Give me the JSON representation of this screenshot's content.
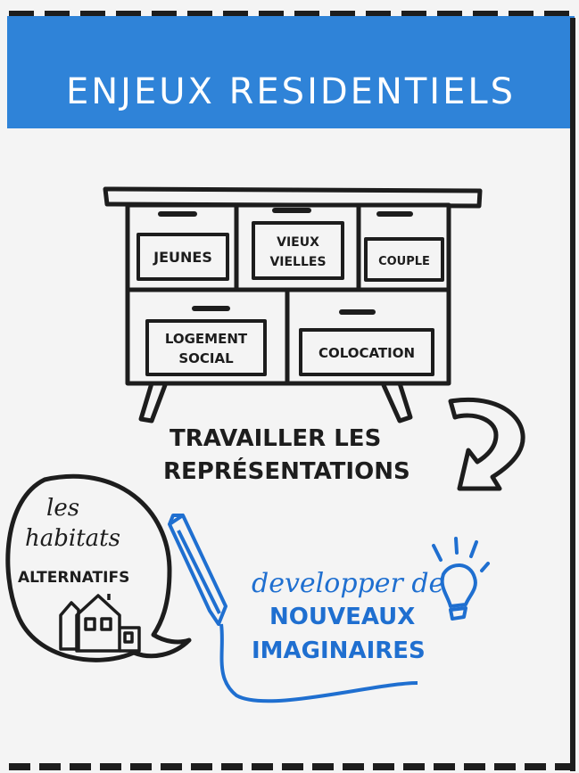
{
  "banner": {
    "title": "ENJEUX RESIDENTIELS",
    "color": "#2f83d8"
  },
  "dresser": {
    "drawers": {
      "jeunes": "JEUNES",
      "vieux_line1": "VIEUX",
      "vieux_line2": "VIELLES",
      "couple": "COUPLE",
      "logement_line1": "LOGEMENT",
      "logement_line2": "SOCIAL",
      "colocation": "COLOCATION"
    }
  },
  "caption": {
    "line1": "TRAVAILLER LES",
    "line2": "REPRÉSENTATIONS"
  },
  "bubble": {
    "line1": "les",
    "line2": "habitats",
    "line3": "ALTERNATIFS",
    "icon": "houses-icon"
  },
  "blue_text": {
    "line1": "developper de",
    "line2": "NOUVEAUX",
    "line3": "IMAGINAIRES",
    "color": "#1f6fd0"
  },
  "icons": {
    "pencil": "pencil-icon",
    "bulb": "lightbulb-icon",
    "arrow": "curved-arrow-icon"
  }
}
